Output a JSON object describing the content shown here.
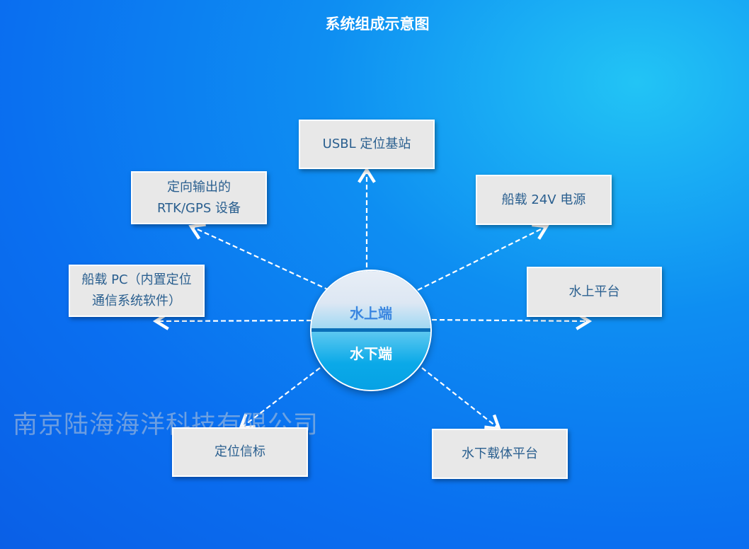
{
  "title": "系统组成示意图",
  "center": {
    "upper": "水上端",
    "lower": "水下端"
  },
  "boxes": {
    "usbl": "USBL 定位基站",
    "rtk1": "定向输出的",
    "rtk2": "RTK/GPS 设备",
    "power": "船载 24V 电源",
    "pc1": "船载 PC（内置定位",
    "pc2": "通信系统软件）",
    "surface": "水上平台",
    "beacon": "定位信标",
    "vehicle": "水下载体平台"
  },
  "watermark": "南京陆海海洋科技有限公司"
}
